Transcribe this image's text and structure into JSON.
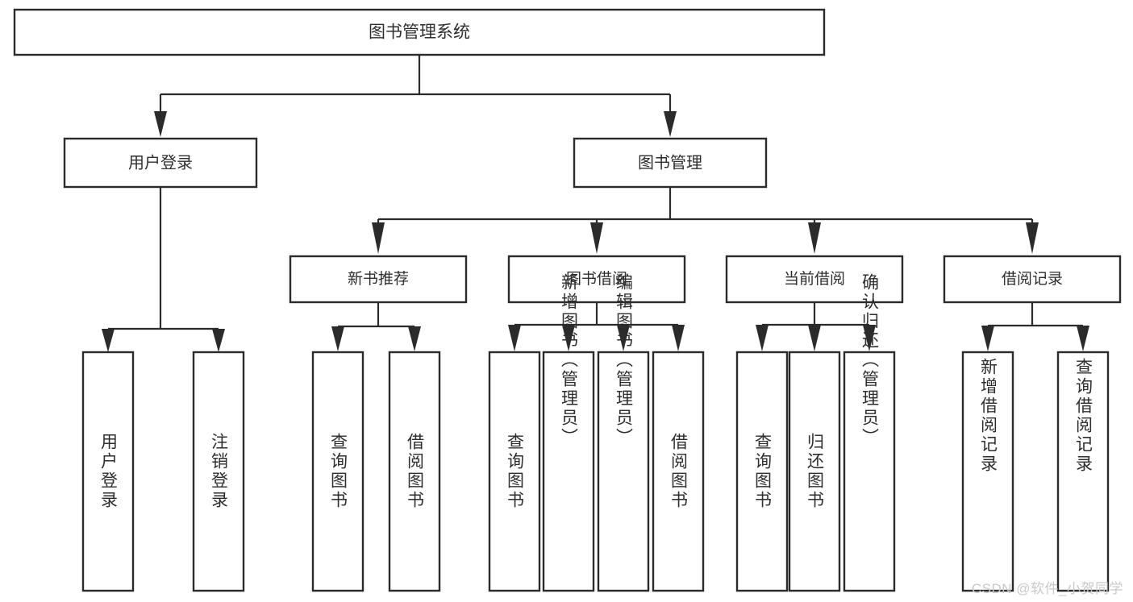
{
  "diagram": {
    "title": "图书管理系统",
    "watermark": "CSDN @软件_小贺同学",
    "colors": {
      "stroke": "#2b2b2b",
      "text": "#2e2e2e",
      "background": "#ffffff",
      "watermark": "#c9c9c9"
    },
    "root": {
      "label": "图书管理系统"
    },
    "level1": [
      {
        "label": "用户登录"
      },
      {
        "label": "图书管理"
      }
    ],
    "level2": [
      {
        "label": "新书推荐"
      },
      {
        "label": "图书借阅"
      },
      {
        "label": "当前借阅"
      },
      {
        "label": "借阅记录"
      }
    ],
    "leaves": {
      "user_login": [
        {
          "label": "用户登录"
        },
        {
          "label": "注销登录"
        }
      ],
      "new_book_recommend": [
        {
          "label": "查询图书"
        },
        {
          "label": "借阅图书"
        }
      ],
      "book_borrow": [
        {
          "label": "查询图书"
        },
        {
          "label": "新增图书（管理员）"
        },
        {
          "label": "编辑图书（管理员）"
        },
        {
          "label": "借阅图书"
        }
      ],
      "current_borrow": [
        {
          "label": "查询图书"
        },
        {
          "label": "归还图书"
        },
        {
          "label": "确认归还（管理员）"
        }
      ],
      "borrow_record": [
        {
          "label": "新增借阅记录"
        },
        {
          "label": "查询借阅记录"
        }
      ]
    }
  }
}
